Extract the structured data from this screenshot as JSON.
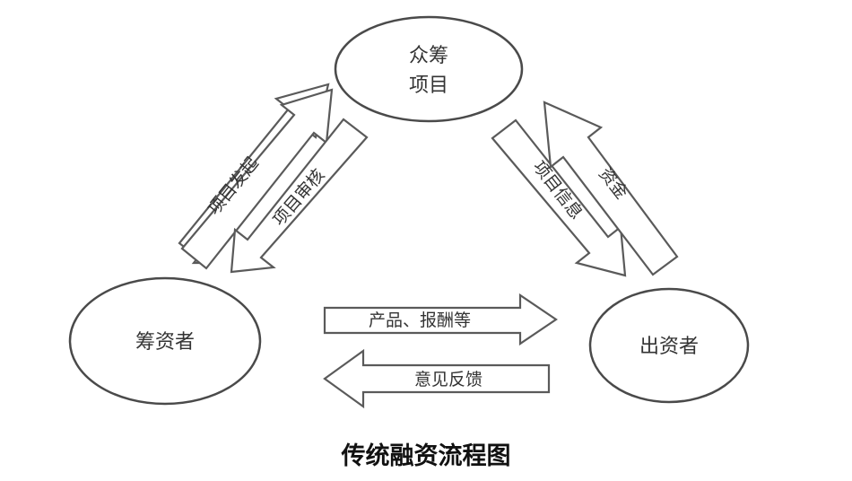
{
  "diagram": {
    "nodes": {
      "project": {
        "line1": "众筹",
        "line2": "项目"
      },
      "raiser": {
        "label": "筹资者"
      },
      "investor": {
        "label": "出资者"
      }
    },
    "edges": {
      "project_launch": "项目发起",
      "project_review": "项目审核",
      "project_info": "项目信息",
      "funds": "资金",
      "product_reward": "产品、报酬等",
      "feedback": "意见反馈"
    },
    "caption": "传统融资流程图"
  }
}
